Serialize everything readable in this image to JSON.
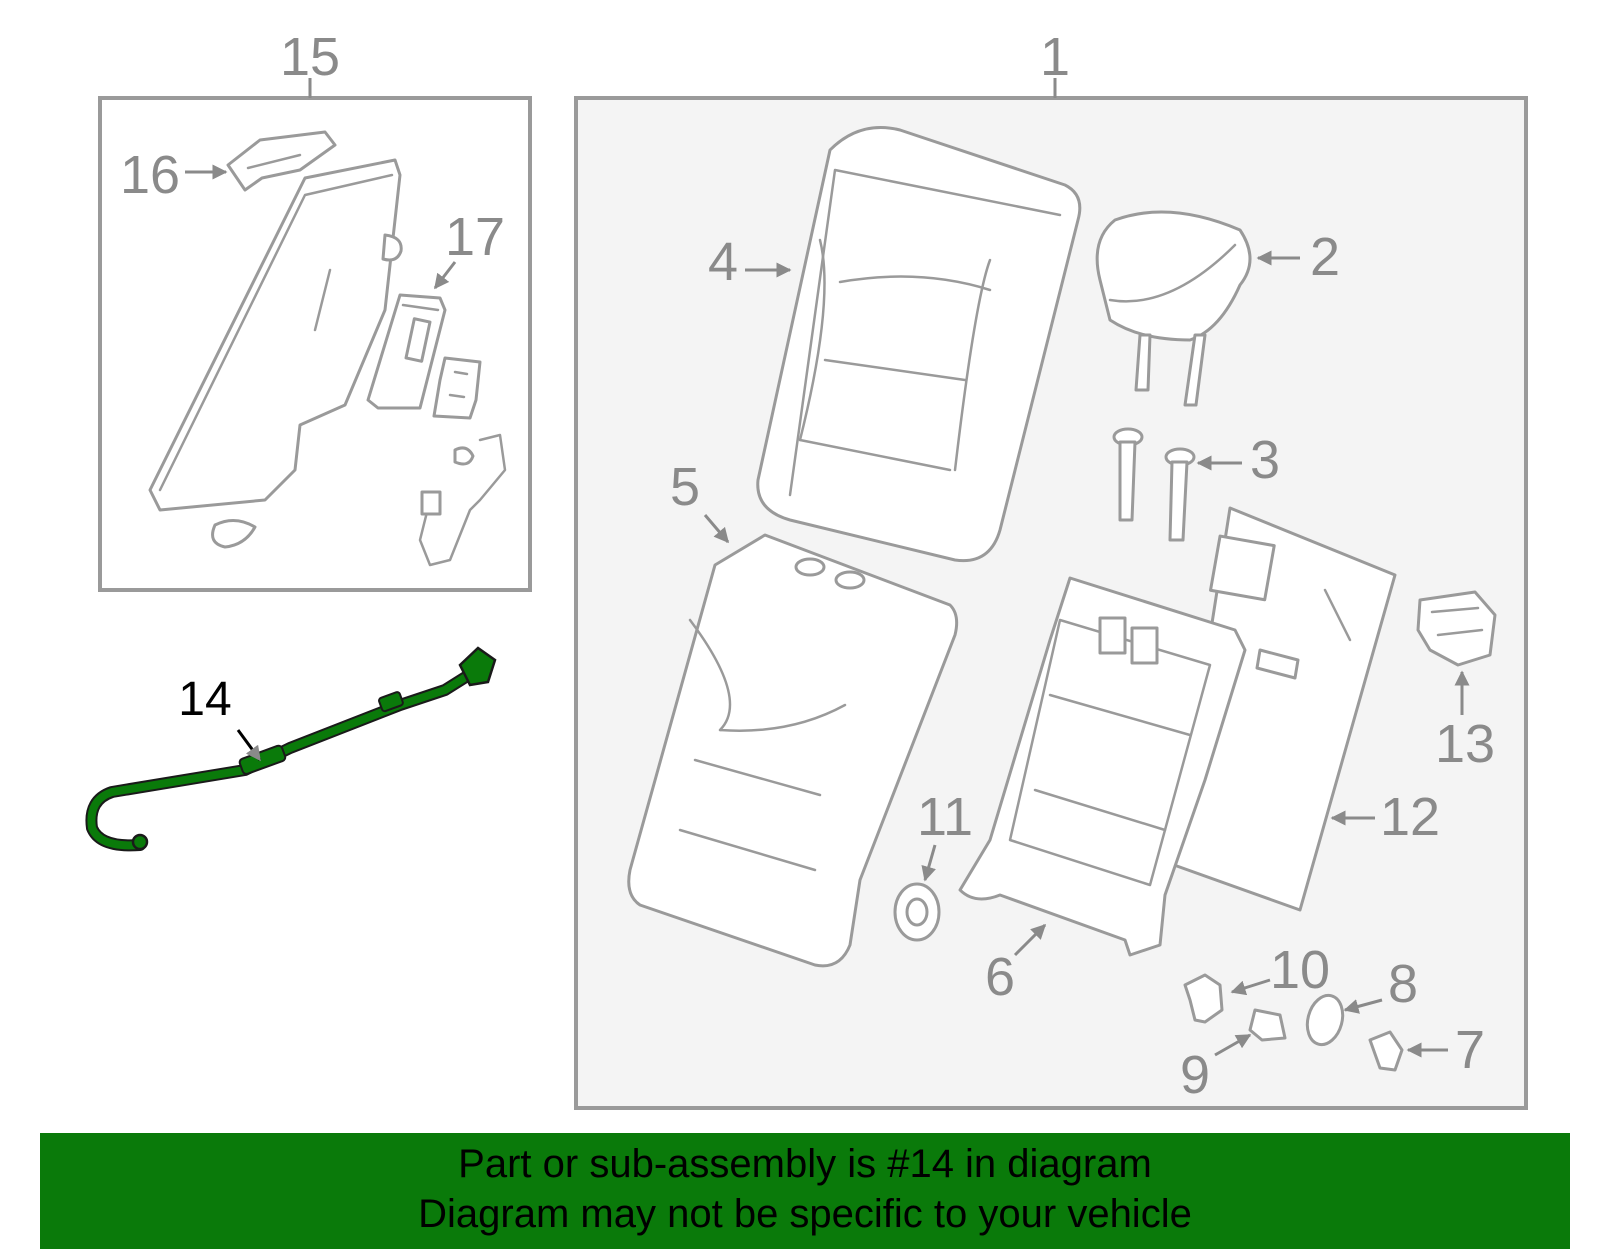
{
  "callouts": {
    "c1": "1",
    "c2": "2",
    "c3": "3",
    "c4": "4",
    "c5": "5",
    "c6": "6",
    "c7": "7",
    "c8": "8",
    "c9": "9",
    "c10": "10",
    "c11": "11",
    "c12": "12",
    "c13": "13",
    "c14": "14",
    "c15": "15",
    "c16": "16",
    "c17": "17"
  },
  "highlight": {
    "part": "14",
    "color": "#0a7a0a"
  },
  "banner": {
    "line1": "Part or sub-assembly is #14 in diagram",
    "line2": "Diagram may not be specific to your vehicle",
    "background": "#0a7a0a"
  }
}
